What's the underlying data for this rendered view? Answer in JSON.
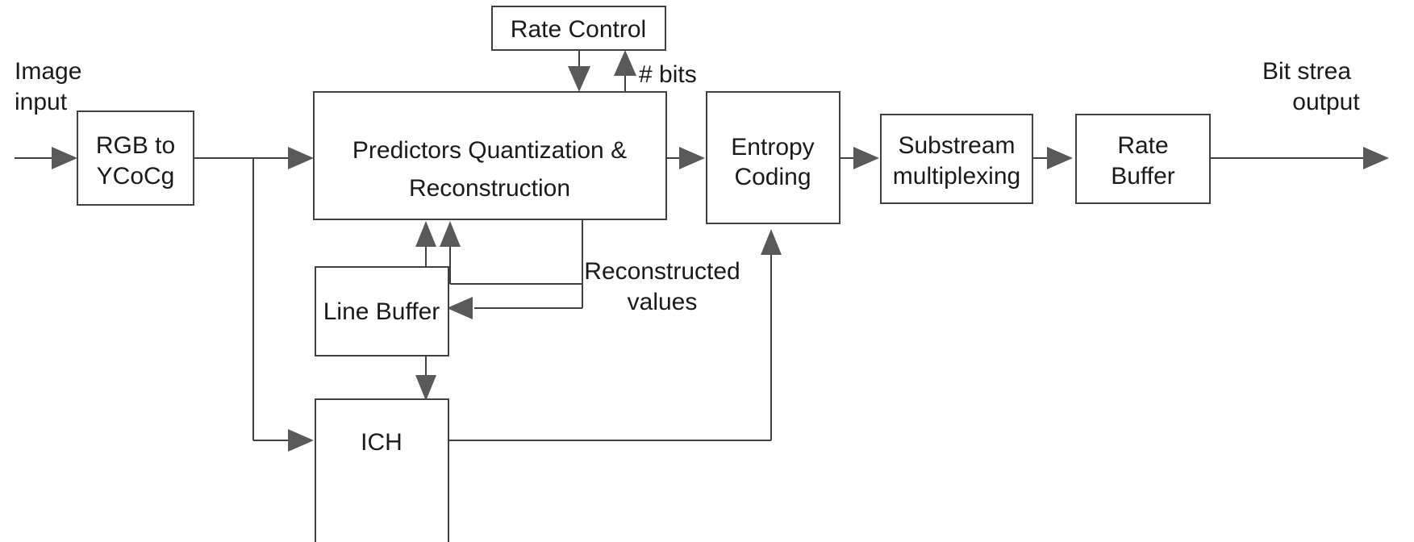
{
  "diagram": {
    "title": "DSC encoder block diagram",
    "stroke_color": "#404040",
    "arrow_color": "#595959",
    "text_color": "#1a1a1a",
    "background": "#ffffff"
  },
  "blocks": {
    "rgb_to_ycocg": {
      "line1": "RGB to",
      "line2": "YCoCg"
    },
    "rate_control": {
      "line1": "Rate Control"
    },
    "predictors": {
      "line1": "Predictors Quantization &",
      "line2": "Reconstruction"
    },
    "entropy_coding": {
      "line1": "Entropy",
      "line2": "Coding"
    },
    "substream_mux": {
      "line1": "Substream",
      "line2": "multiplexing"
    },
    "rate_buffer": {
      "line1": "Rate",
      "line2": "Buffer"
    },
    "line_buffer": {
      "line1": "Line Buffer"
    },
    "ich": {
      "line1": "ICH"
    }
  },
  "labels": {
    "image_input": {
      "line1": "Image",
      "line2": "input"
    },
    "bit_stream_output": {
      "line1": "Bit strea",
      "line2": "output"
    },
    "num_bits": "# bits",
    "reconstructed_values": {
      "line1": "Reconstructed",
      "line2": "values"
    }
  }
}
